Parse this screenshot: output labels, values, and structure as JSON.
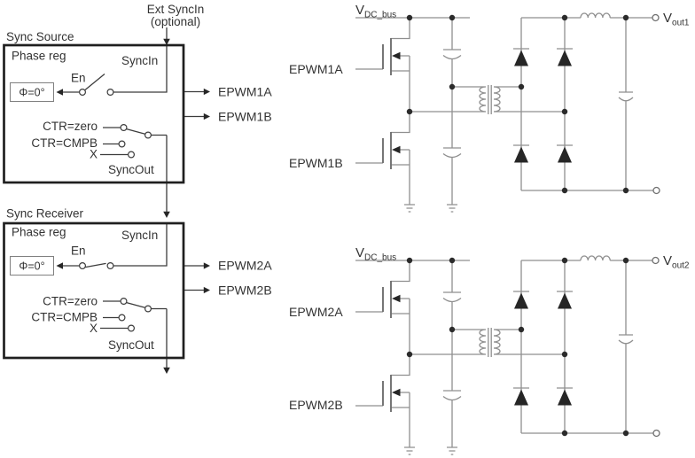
{
  "ext_sync": {
    "line1": "Ext SyncIn",
    "line2": "(optional)"
  },
  "sync_source": {
    "title": "Sync Source",
    "phase_reg": "Phase reg",
    "sync_in": "SyncIn",
    "en": "En",
    "phase_value": "Φ=0°",
    "ctr_options": [
      "CTR=zero",
      "CTR=CMPB",
      "X"
    ],
    "sync_out": "SyncOut",
    "out_a": "EPWM1A",
    "out_b": "EPWM1B"
  },
  "sync_receiver": {
    "title": "Sync Receiver",
    "phase_reg": "Phase reg",
    "sync_in": "SyncIn",
    "en": "En",
    "phase_value": "Φ=0°",
    "ctr_options": [
      "CTR=zero",
      "CTR=CMPB",
      "X"
    ],
    "sync_out": "SyncOut",
    "out_a": "EPWM2A",
    "out_b": "EPWM2B"
  },
  "converter1": {
    "bus_label": "V",
    "bus_sub": "DC_bus",
    "gate_a": "EPWM1A",
    "gate_b": "EPWM1B",
    "out_label": "V",
    "out_sub": "out1"
  },
  "converter2": {
    "bus_label": "V",
    "bus_sub": "DC_bus",
    "gate_a": "EPWM2A",
    "gate_b": "EPWM2B",
    "out_label": "V",
    "out_sub": "out2"
  },
  "colors": {
    "circuit_wire": "#8f8f8f",
    "sync_line": "#3c3c3c",
    "box_border": "#1f1f1f",
    "text": "#333333",
    "fill_dark": "#262626",
    "background": "#ffffff"
  }
}
